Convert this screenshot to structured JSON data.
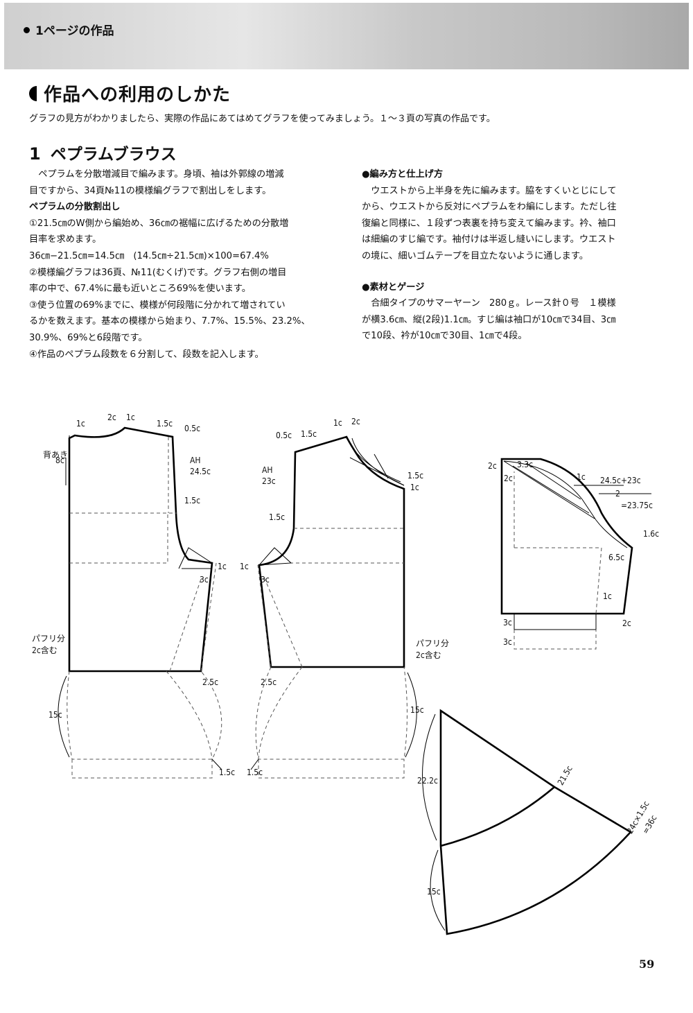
{
  "header": {
    "section_label": "1ページの作品"
  },
  "title": "作品への利用のしかた",
  "intro": "グラフの見方がわかりましたら、実際の作品にあてはめてグラフを使ってみましょう。１〜３頁の写真の作品です。",
  "project": {
    "number": "1",
    "name": "ペプラムブラウス"
  },
  "left_column": {
    "p1_line1": "ペプラムを分散増減目で編みます。身頃、袖は外郭線の増減",
    "p1_line2": "目ですから、34頁№11の模様編グラフで割出しをします。",
    "subheading": "ペプラムの分散割出し",
    "l1": "①21.5㎝のW側から編始め、36㎝の裾幅に広げるための分散増",
    "l2": "目率を求めます。",
    "l3": "36㎝−21.5㎝=14.5㎝　(14.5㎝÷21.5㎝)×100=67.4%",
    "l4": "②模様編グラフは36頁、№11(むくげ)です。グラフ右側の増目",
    "l5": "率の中で、67.4%に最も近いところ69%を使います。",
    "l6": "③使う位置の69%までに、模様が何段階に分かれて増されてい",
    "l7": "るかを数えます。基本の模様から始まり、7.7%、15.5%、23.2%、",
    "l8": "30.9%、69%と6段階です。",
    "l9": "④作品のペプラム段数を６分割して、段数を記入します。"
  },
  "right_column": {
    "finish_heading": "編み方と仕上げ方",
    "f1": "ウエストから上半身を先に編みます。脇をすくいとじにして",
    "f2": "から、ウエストから反対にペプラムをわ編にします。ただし往",
    "f3": "復編と同様に、１段ずつ表裏を持ち変えて編みます。衿、袖口",
    "f4": "は細編のすじ編です。袖付けは半返し縫いにします。ウエスト",
    "f5": "の境に、細いゴムテープを目立たないように通します。",
    "materials_heading": "素材とゲージ",
    "m1": "合細タイプのサマーヤーン　280ｇ。レース針０号　１模様",
    "m2": "が横3.6㎝、縦(2段)1.1㎝。すじ編は袖口が10㎝で34目、3㎝",
    "m3": "で10段、衿が10㎝で30目、1㎝で4段。"
  },
  "diagram_labels": {
    "back": {
      "shoulder_1c": "1c",
      "neck_2c": "2c",
      "neck_1c": "1c",
      "shoulder_1_5c": "1.5c",
      "shoulder_0_5c": "0.5c",
      "back_opening": "背あき",
      "opening_8c": "8c",
      "ah": "AH",
      "ah_value": "24.5c",
      "arm_1_5c": "1.5c",
      "under_1c": "1c",
      "under_3c": "3c",
      "puff_line1": "パフリ分",
      "puff_line2": "2c含む",
      "waist_2_5c": "2.5c",
      "peplum_15c": "15c",
      "hem_1_5c": "1.5c"
    },
    "front": {
      "shoulder_0_5c": "0.5c",
      "shoulder_1_5c": "1.5c",
      "neck_1c": "1c",
      "neck_2c": "2c",
      "neck_1_5c": "1.5c",
      "neck_1c_b": "1c",
      "ah": "AH",
      "ah_value": "23c",
      "arm_1_5c": "1.5c",
      "under_1c": "1c",
      "under_3c": "3c",
      "puff_line1": "パフリ分",
      "puff_line2": "2c含む",
      "waist_2_5c": "2.5c",
      "peplum_15c": "15c",
      "hem_1_5c": "1.5c"
    },
    "sleeve": {
      "top_2c": "2c",
      "top_3_3c": "3.3c",
      "side_2c": "2c",
      "cap_1c": "1c",
      "formula_top": "24.5c+23c",
      "formula_bottom": "2",
      "formula_result": "=23.75c",
      "edge_1_6c": "1.6c",
      "width_6_5c": "6.5c",
      "mid_1c": "1c",
      "cuff_3c_a": "3c",
      "cuff_3c_b": "3c",
      "corner_2c": "2c"
    },
    "peplum": {
      "radius_22_2c": "22.2c",
      "waist_arc_21_5c": "21.5c",
      "hem_formula": "24c×1.5c",
      "hem_result": "=36c",
      "height_15c": "15c"
    }
  },
  "page_number": "59"
}
